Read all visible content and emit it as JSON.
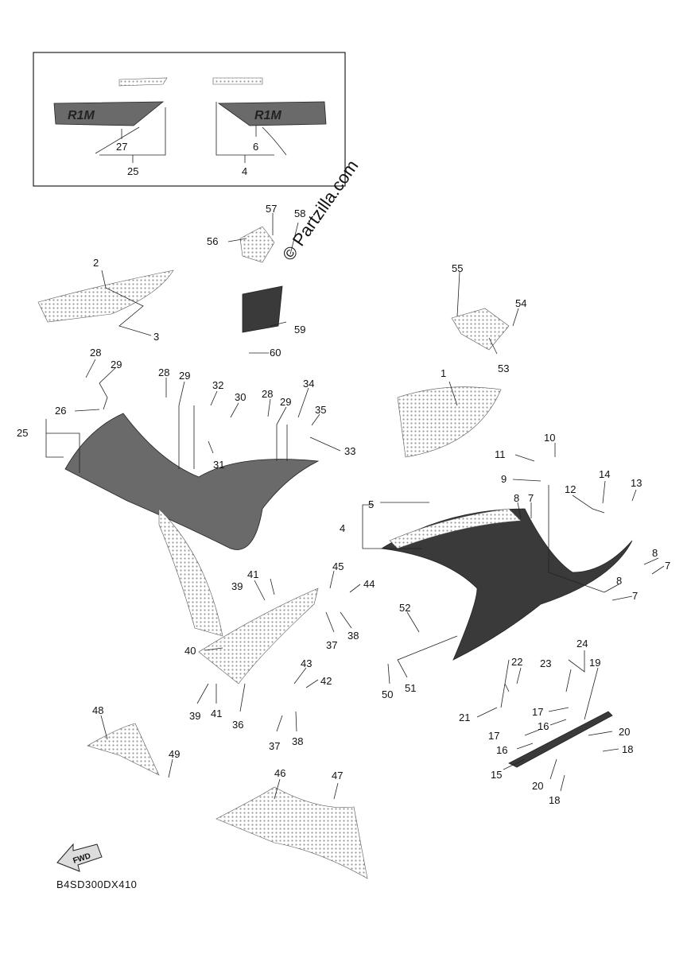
{
  "drawing_code": "B4SD300DX410",
  "watermark": "© Partzilla.com",
  "fwd_label": "FWD",
  "decal_text": "R1M",
  "callouts": {
    "c27": "27",
    "c25a": "25",
    "c6": "6",
    "c4a": "4",
    "c57": "57",
    "c58": "58",
    "c56": "56",
    "c59": "59",
    "c60": "60",
    "c2": "2",
    "c3": "3",
    "c55": "55",
    "c54": "54",
    "c53": "53",
    "c28a": "28",
    "c29a": "29",
    "c28b": "28",
    "c29b": "29",
    "c32": "32",
    "c30": "30",
    "c31": "31",
    "c28c": "28",
    "c29c": "29",
    "c34": "34",
    "c35": "35",
    "c33": "33",
    "c26": "26",
    "c25b": "25",
    "c1": "1",
    "c10": "10",
    "c11": "11",
    "c9": "9",
    "c5": "5",
    "c4b": "4",
    "c8a": "8",
    "c7a": "7",
    "c12": "12",
    "c14": "14",
    "c13": "13",
    "c8b": "8",
    "c7b": "7",
    "c8c": "8",
    "c7c": "7",
    "c41a": "41",
    "c39a": "39",
    "c45": "45",
    "c44": "44",
    "c37a": "37",
    "c38a": "38",
    "c40": "40",
    "c43": "43",
    "c42": "42",
    "c39b": "39",
    "c41b": "41",
    "c36": "36",
    "c37b": "37",
    "c38b": "38",
    "c52": "52",
    "c50": "50",
    "c51": "51",
    "c22": "22",
    "c23": "23",
    "c24": "24",
    "c19": "19",
    "c21": "21",
    "c17a": "17",
    "c16a": "16",
    "c17b": "17",
    "c16b": "16",
    "c20a": "20",
    "c18a": "18",
    "c15": "15",
    "c20b": "20",
    "c18b": "18",
    "c48": "48",
    "c49": "49",
    "c46": "46",
    "c47": "47"
  }
}
